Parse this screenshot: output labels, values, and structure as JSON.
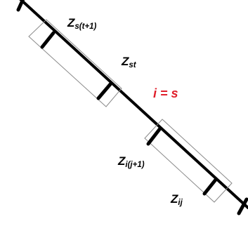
{
  "labels": {
    "z_s_t_plus_1": {
      "main": "Z",
      "sub": "s(t+1)"
    },
    "z_st": {
      "main": "Z",
      "sub": "st"
    },
    "condition": "i = s",
    "z_i_j_plus_1": {
      "main": "Z",
      "sub": "i(j+1)"
    },
    "z_ij": {
      "main": "Z",
      "sub": "ij"
    }
  },
  "colors": {
    "line": "#000000",
    "box": "#8a8a8a",
    "condition": "#e0202c"
  }
}
